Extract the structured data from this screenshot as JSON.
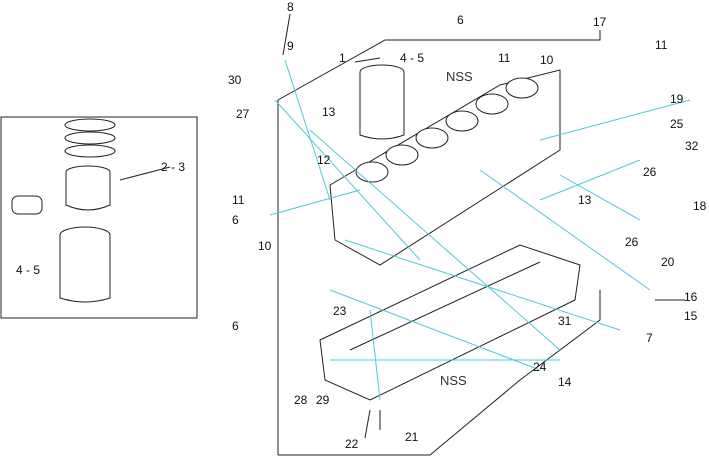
{
  "diagram": {
    "title": "Cylinder block exploded parts diagram",
    "colors": {
      "leader": "#4fc8dc",
      "line": "#222222"
    },
    "labels": [
      "8",
      "9",
      "1",
      "4 - 5",
      "6",
      "NSS",
      "11",
      "10",
      "17",
      "11",
      "30",
      "27",
      "13",
      "19",
      "25",
      "32",
      "12",
      "2 - 3",
      "11",
      "6",
      "10",
      "13",
      "26",
      "18",
      "26",
      "20",
      "4 - 5",
      "16",
      "23",
      "15",
      "6",
      "31",
      "7",
      "NSS",
      "24",
      "14",
      "28",
      "29",
      "22",
      "21"
    ]
  }
}
